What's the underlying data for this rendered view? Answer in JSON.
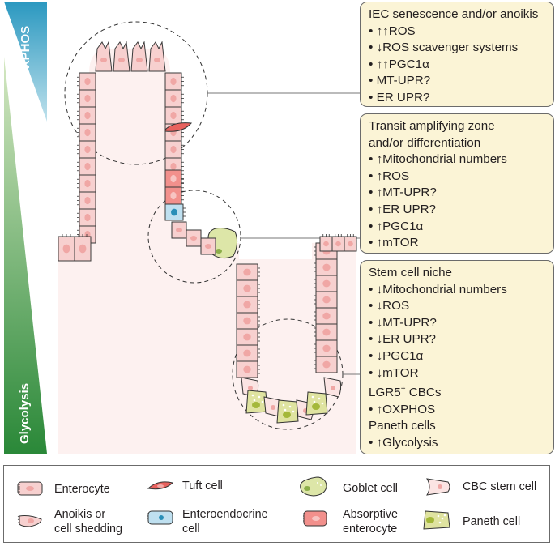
{
  "gradient_labels": {
    "top": "OXPHOS",
    "bottom": "Glycolysis"
  },
  "colors": {
    "oxphos": "#2a9bbf",
    "glycolysis": "#2f8a3a",
    "enterocyte_fill": "#f7d0cf",
    "enterocyte_stroke": "#3a3a3a",
    "nucleus": "#f0a7a5",
    "tuft": "#e8625e",
    "goblet": "#dde6a8",
    "goblet_nucleus": "#8cae4a",
    "enteroendocrine": "#bfe0f0",
    "enteroendocrine_nucleus": "#2a8fb8",
    "absorptive": "#f2908c",
    "paneth": "#dfe3a0",
    "paneth_nucleus": "#a4b83a",
    "box_fill": "#fbf4d6"
  },
  "boxes": [
    {
      "heading": "IEC senescence and/or anoikis",
      "lines": [
        "↑↑ROS",
        "↓ROS scavenger systems",
        "↑↑PGC1α",
        "MT-UPR?",
        "ER UPR?"
      ]
    },
    {
      "heading": "Transit amplifying zone and/or differentiation",
      "heading_lines": [
        "Transit amplifying zone",
        "and/or differentiation"
      ],
      "lines": [
        "↑Mitochondrial numbers",
        "↑ROS",
        "↑MT-UPR?",
        "↑ER UPR?",
        "↑PGC1α",
        "↑mTOR"
      ]
    },
    {
      "heading": "Stem cell niche",
      "lines": [
        "↓Mitochondrial numbers",
        "↓ROS",
        "↓MT-UPR?",
        "↓ER UPR?",
        "↓PGC1α",
        "↓mTOR"
      ],
      "sub1_heading": "LGR5",
      "sub1_sup": "+",
      "sub1_tail": " CBCs",
      "sub1_lines": [
        "↑OXPHOS"
      ],
      "sub2_heading": "Paneth cells",
      "sub2_lines": [
        "↑Glycolysis"
      ]
    }
  ],
  "bullet": "•",
  "legend": [
    {
      "icon": "enterocyte-icon",
      "label": "Enterocyte"
    },
    {
      "icon": "anoikis-icon",
      "label_lines": [
        "Anoikis or",
        "cell shedding"
      ]
    },
    {
      "icon": "tuft-cell-icon",
      "label": "Tuft cell"
    },
    {
      "icon": "enteroendocrine-icon",
      "label_lines": [
        "Enteroendocrine",
        "cell"
      ]
    },
    {
      "icon": "goblet-cell-icon",
      "label": "Goblet cell"
    },
    {
      "icon": "absorptive-enterocyte-icon",
      "label_lines": [
        "Absorptive",
        "enterocyte"
      ]
    },
    {
      "icon": "cbc-stem-cell-icon",
      "label": "CBC stem cell"
    },
    {
      "icon": "paneth-cell-icon",
      "label": "Paneth cell"
    }
  ]
}
